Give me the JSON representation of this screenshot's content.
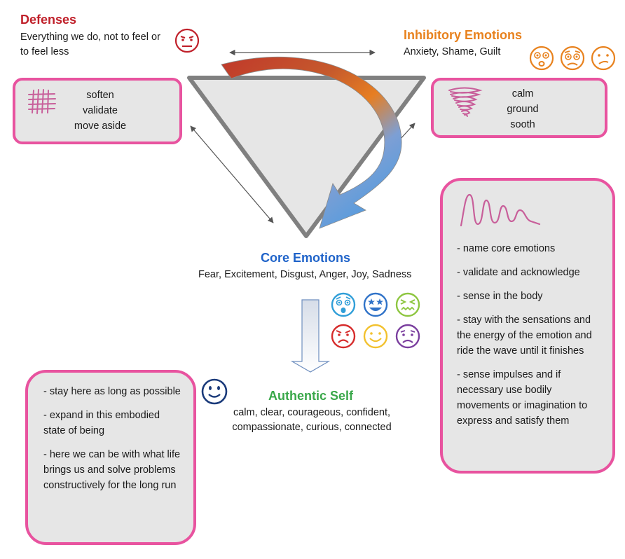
{
  "defenses": {
    "title": "Defenses",
    "subtitle_line1": "Everything we do, not to feel or",
    "subtitle_line2": "to feel less",
    "actions": [
      "soften",
      "validate",
      "move aside"
    ],
    "color": "#c0202a"
  },
  "inhibitory": {
    "title": "Inhibitory Emotions",
    "subtitle": "Anxiety, Shame, Guilt",
    "actions": [
      "calm",
      "ground",
      "sooth"
    ],
    "color": "#e8821e"
  },
  "core": {
    "title": "Core Emotions",
    "subtitle": "Fear, Excitement, Disgust, Anger, Joy, Sadness",
    "color": "#1f63c9",
    "practices": [
      "- name core emotions",
      "- validate and acknowledge",
      "- sense in the body",
      "- stay with the sensations and the energy of the emotion and ride the wave until it finishes",
      "- sense impulses and if necessary use bodily movements or imagination to express and satisfy them"
    ]
  },
  "authentic": {
    "title": "Authentic Self",
    "subtitle_line1": "calm, clear, courageous, confident,",
    "subtitle_line2": "compassionate, curious, connected",
    "color": "#3aa84a",
    "practices": [
      "- stay here as long as possible",
      "- expand in this embodied state of being",
      "- here we can be with what life brings us and solve problems constructively for the long run"
    ]
  },
  "icons": {
    "defense_face": "sad-face-icon",
    "inhibitory_faces": [
      "anxious-face-icon",
      "ashamed-face-icon",
      "worried-face-icon"
    ],
    "core_faces": [
      "fear-face-icon",
      "excitement-face-icon",
      "disgust-face-icon",
      "anger-face-icon",
      "joy-face-icon",
      "sadness-face-icon"
    ],
    "authentic_face": "calm-face-icon",
    "box_icons": [
      "grid-mesh-icon",
      "tornado-icon",
      "wave-icon"
    ]
  },
  "colors": {
    "box_border": "#e8539f",
    "box_fill": "#e6e6e6",
    "triangle_fill": "#e6e6e6",
    "triangle_stroke": "#808080",
    "arrow_start": "#c0392b",
    "arrow_mid": "#e67e22",
    "arrow_end": "#4d9be0",
    "inhibitory_face": "#e8821e",
    "fear_face": "#2f9ed8",
    "excitement_face": "#2f72c8",
    "disgust_face": "#8dc63f",
    "anger_face": "#d62b2b",
    "joy_face": "#f2c12e",
    "sadness_face": "#7a3e9e",
    "authentic_face": "#1a3a7a"
  }
}
